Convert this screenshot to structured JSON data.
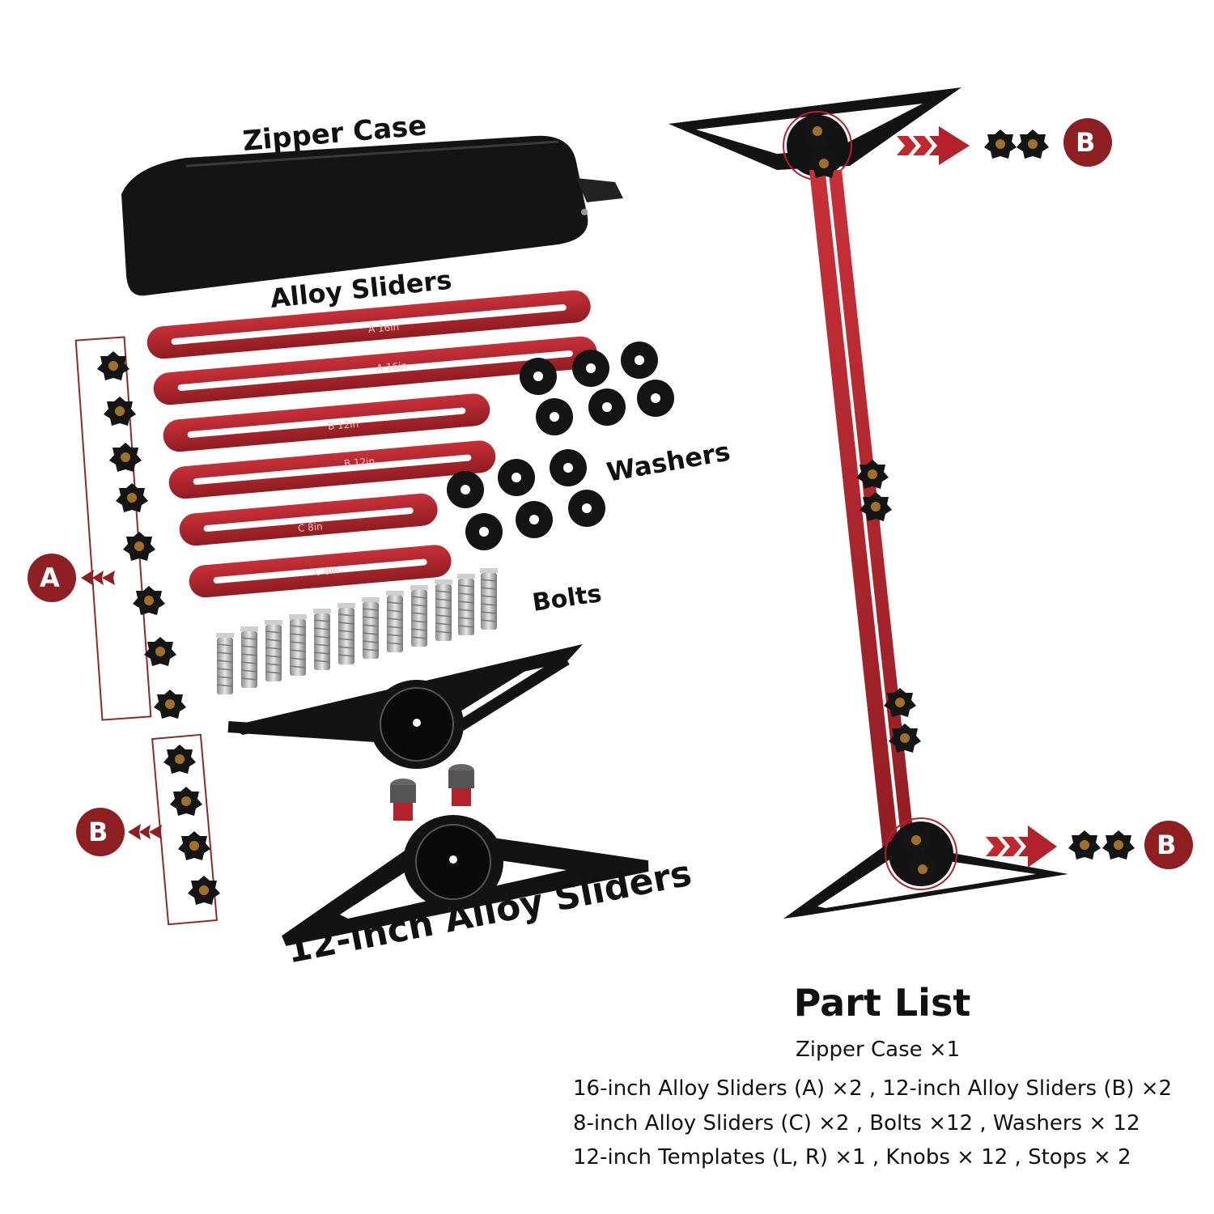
{
  "labels": {
    "zipper_case": "Zipper Case",
    "alloy_sliders": "Alloy Sliders",
    "washers": "Washers",
    "bolts": "Bolts",
    "twelve_inch_sliders": "12-inch Alloy Sliders"
  },
  "slider_marks": [
    "A 16in",
    "A 16in",
    "B 12in",
    "B 12in",
    "C 8in",
    "C 8in"
  ],
  "badges": {
    "a": "A",
    "b": "B"
  },
  "part_list": {
    "title": "Part List",
    "lines": [
      "Zipper Case ×1",
      "16-inch Alloy Sliders (A) ×2 , 12-inch Alloy Sliders (B) ×2",
      "8-inch Alloy Sliders (C) ×2  , Bolts ×12  ,  Washers × 12",
      "12-inch Templates (L, R) ×1 , Knobs × 12    ,    Stops × 2"
    ]
  },
  "colors": {
    "red": "#b3222a",
    "dark_red": "#8e1f22",
    "black": "#111111",
    "box_border": "#8e2a2a"
  }
}
